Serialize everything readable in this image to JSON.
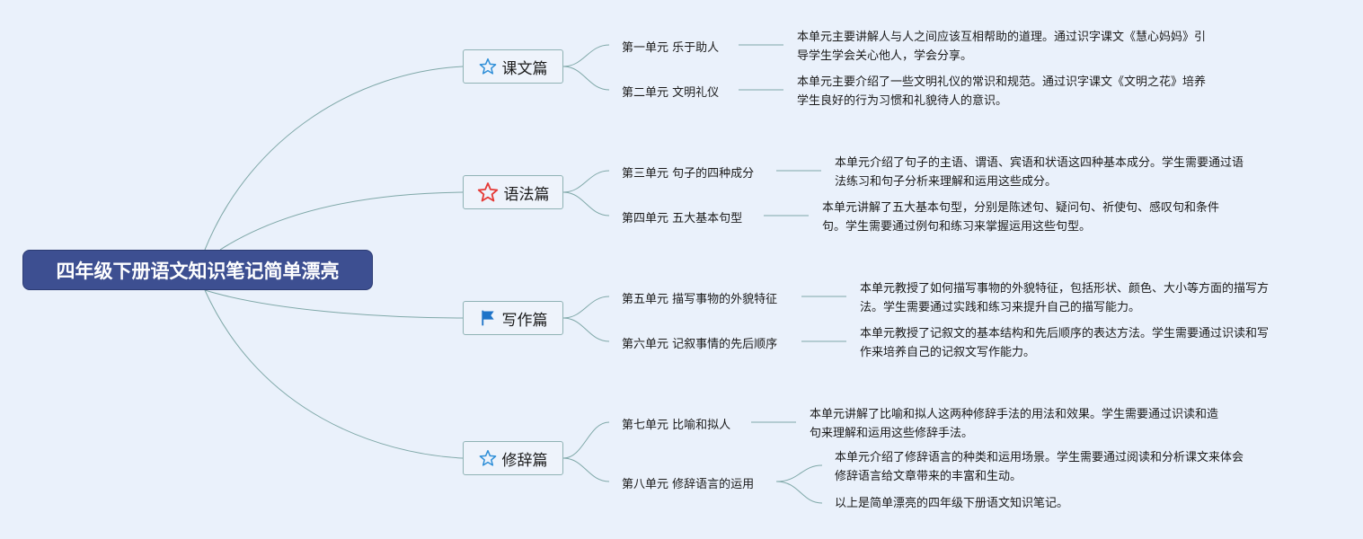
{
  "root": {
    "title": "四年级下册语文知识笔记简单漂亮"
  },
  "topics": [
    {
      "label": "课文篇",
      "icon": "star-outline-blue-icon",
      "units": [
        {
          "label": "第一单元 乐于助人",
          "desc": [
            "本单元主要讲解人与人之间应该互相帮助的道理。通过识字课文《慧心妈妈》引",
            "导学生学会关心他人，学会分享。"
          ]
        },
        {
          "label": "第二单元 文明礼仪",
          "desc": [
            "本单元主要介绍了一些文明礼仪的常识和规范。通过识字课文《文明之花》培养",
            "学生良好的行为习惯和礼貌待人的意识。"
          ]
        }
      ]
    },
    {
      "label": "语法篇",
      "icon": "star-outline-red-icon",
      "units": [
        {
          "label": "第三单元 句子的四种成分",
          "desc": [
            "本单元介绍了句子的主语、谓语、宾语和状语这四种基本成分。学生需要通过语",
            "法练习和句子分析来理解和运用这些成分。"
          ]
        },
        {
          "label": "第四单元 五大基本句型",
          "desc": [
            "本单元讲解了五大基本句型，分别是陈述句、疑问句、祈使句、感叹句和条件",
            "句。学生需要通过例句和练习来掌握运用这些句型。"
          ]
        }
      ]
    },
    {
      "label": "写作篇",
      "icon": "flag-icon",
      "units": [
        {
          "label": "第五单元 描写事物的外貌特征",
          "desc": [
            "本单元教授了如何描写事物的外貌特征，包括形状、颜色、大小等方面的描写方",
            "法。学生需要通过实践和练习来提升自己的描写能力。"
          ]
        },
        {
          "label": "第六单元 记叙事情的先后顺序",
          "desc": [
            "本单元教授了记叙文的基本结构和先后顺序的表达方法。学生需要通过识读和写",
            "作来培养自己的记叙文写作能力。"
          ]
        }
      ]
    },
    {
      "label": "修辞篇",
      "icon": "star-outline-blue-icon",
      "units": [
        {
          "label": "第七单元 比喻和拟人",
          "desc": [
            "本单元讲解了比喻和拟人这两种修辞手法的用法和效果。学生需要通过识读和造",
            "句来理解和运用这些修辞手法。"
          ]
        },
        {
          "label": "第八单元 修辞语言的运用",
          "desc": [
            "本单元介绍了修辞语言的种类和运用场景。学生需要通过阅读和分析课文来体会",
            "修辞语言给文章带来的丰富和生动。"
          ],
          "extra": "以上是简单漂亮的四年级下册语文知识笔记。"
        }
      ]
    }
  ],
  "colors": {
    "root_bg": "#3d4f91",
    "line": "#7fa8a8",
    "star_blue": "#2f8fd8",
    "star_red": "#e53935",
    "flag": "#1e73c8"
  }
}
